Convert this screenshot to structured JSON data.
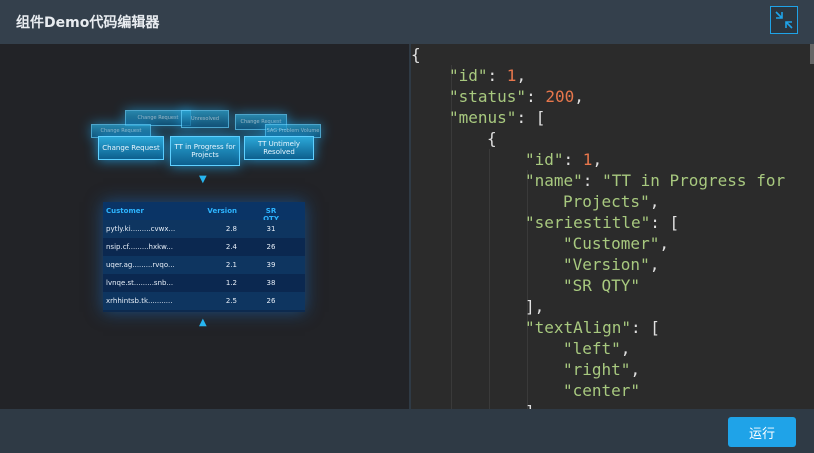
{
  "dialog": {
    "title": "组件Demo代码编辑器",
    "run_label": "运行"
  },
  "preview": {
    "back_nodes": [
      "Change Request",
      "Unresolved",
      "Change Request",
      "Change Request",
      "SAG Problem Volume"
    ],
    "front_nodes": [
      "Change Request",
      "TT in Progress for Projects",
      "TT Untimely Resolved"
    ],
    "table": {
      "headers": [
        "Customer",
        "Version",
        "SR QTY"
      ],
      "rows": [
        [
          "pytly.ki.........cvwx...",
          "2.8",
          "31"
        ],
        [
          "nsip.cf.........hxkw...",
          "2.4",
          "26"
        ],
        [
          "uqer.ag.........rvqo...",
          "2.1",
          "39"
        ],
        [
          "lvnqe.st.........snb...",
          "1.2",
          "38"
        ],
        [
          "xrhhintsb.tk...........",
          "2.5",
          "26"
        ]
      ]
    }
  },
  "editor": {
    "lines": [
      {
        "indent": 0,
        "parts": [
          [
            "p",
            "{"
          ]
        ]
      },
      {
        "indent": 1,
        "parts": [
          [
            "k",
            "\"id\""
          ],
          [
            "p",
            ": "
          ],
          [
            "n",
            "1"
          ],
          [
            "p",
            ","
          ]
        ]
      },
      {
        "indent": 1,
        "parts": [
          [
            "k",
            "\"status\""
          ],
          [
            "p",
            ": "
          ],
          [
            "n",
            "200"
          ],
          [
            "p",
            ","
          ]
        ]
      },
      {
        "indent": 1,
        "parts": [
          [
            "k",
            "\"menus\""
          ],
          [
            "p",
            ": ["
          ]
        ]
      },
      {
        "indent": 2,
        "parts": [
          [
            "p",
            "{"
          ]
        ]
      },
      {
        "indent": 3,
        "parts": [
          [
            "k",
            "\"id\""
          ],
          [
            "p",
            ": "
          ],
          [
            "n",
            "1"
          ],
          [
            "p",
            ","
          ]
        ]
      },
      {
        "indent": 3,
        "parts": [
          [
            "k",
            "\"name\""
          ],
          [
            "p",
            ": "
          ],
          [
            "s",
            "\"TT in Progress for"
          ]
        ]
      },
      {
        "indent": 4,
        "parts": [
          [
            "s",
            "Projects\""
          ],
          [
            "p",
            ","
          ]
        ]
      },
      {
        "indent": 3,
        "parts": [
          [
            "k",
            "\"seriestitle\""
          ],
          [
            "p",
            ": ["
          ]
        ]
      },
      {
        "indent": 4,
        "parts": [
          [
            "s",
            "\"Customer\""
          ],
          [
            "p",
            ","
          ]
        ]
      },
      {
        "indent": 4,
        "parts": [
          [
            "s",
            "\"Version\""
          ],
          [
            "p",
            ","
          ]
        ]
      },
      {
        "indent": 4,
        "parts": [
          [
            "s",
            "\"SR QTY\""
          ]
        ]
      },
      {
        "indent": 3,
        "parts": [
          [
            "p",
            "],"
          ]
        ]
      },
      {
        "indent": 3,
        "parts": [
          [
            "k",
            "\"textAlign\""
          ],
          [
            "p",
            ": ["
          ]
        ]
      },
      {
        "indent": 4,
        "parts": [
          [
            "s",
            "\"left\""
          ],
          [
            "p",
            ","
          ]
        ]
      },
      {
        "indent": 4,
        "parts": [
          [
            "s",
            "\"right\""
          ],
          [
            "p",
            ","
          ]
        ]
      },
      {
        "indent": 4,
        "parts": [
          [
            "s",
            "\"center\""
          ]
        ]
      },
      {
        "indent": 3,
        "parts": [
          [
            "p",
            "],"
          ]
        ]
      }
    ]
  }
}
